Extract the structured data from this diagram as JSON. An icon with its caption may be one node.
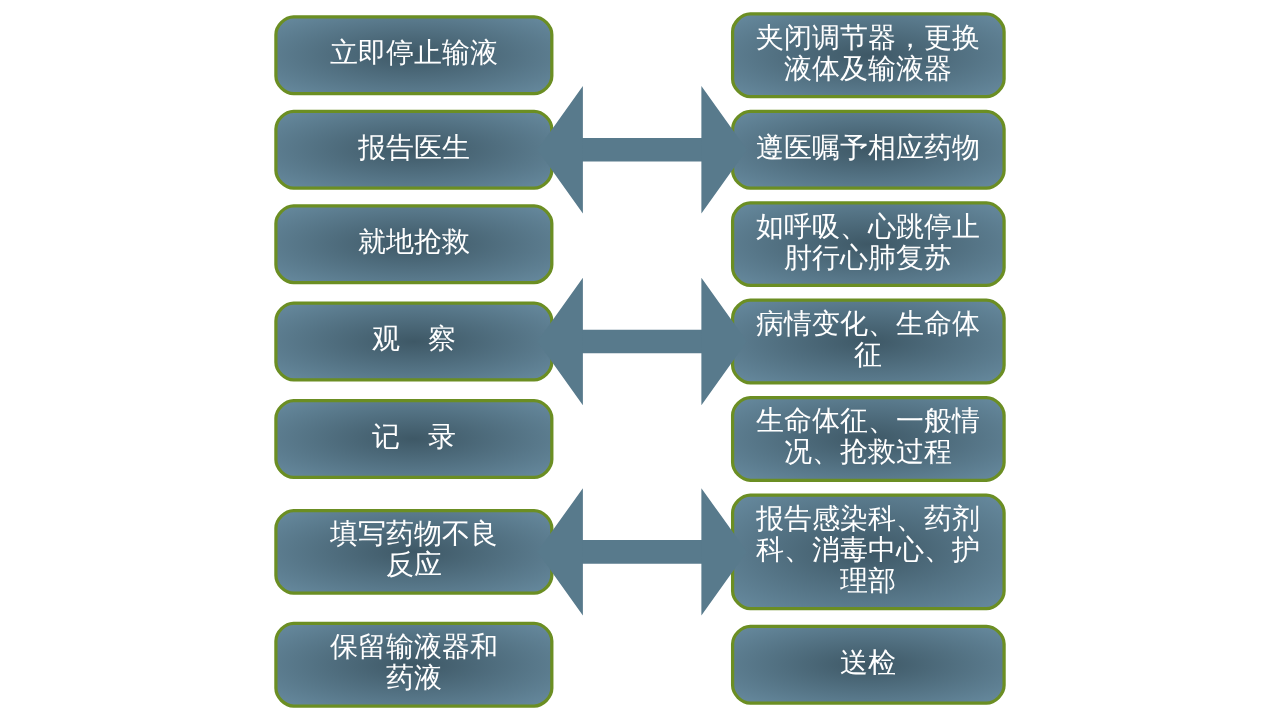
{
  "diagram": {
    "nodes": [
      {
        "text": [
          "立即停止输液"
        ]
      },
      {
        "text": [
          "报告医生"
        ]
      },
      {
        "text": [
          "就地抢救"
        ]
      },
      {
        "text": [
          "观　察"
        ]
      },
      {
        "text": [
          "记　录"
        ]
      },
      {
        "text": [
          "填写药物不良反应"
        ]
      },
      {
        "text": [
          "保留输液器和药液"
        ]
      },
      {
        "text": [
          "夹闭调节器，更换液体及输液器"
        ]
      },
      {
        "text": [
          "遵医嘱予相应药物"
        ]
      },
      {
        "text": [
          "如呼吸、心跳停止肘行心肺复苏"
        ]
      },
      {
        "text": [
          "病情变化、生命体征"
        ]
      },
      {
        "text": [
          "生命体征、一般情况、抢救过程"
        ]
      },
      {
        "text": [
          "报告感染科、药剂科、消毒中心、护理部"
        ]
      },
      {
        "text": [
          "送检"
        ]
      }
    ],
    "edges": [
      {
        "from": 1,
        "to": 8,
        "arrow": "both"
      },
      {
        "from": 3,
        "to": 10,
        "arrow": "both"
      },
      {
        "from": 5,
        "to": 12,
        "arrow": "both"
      }
    ]
  }
}
